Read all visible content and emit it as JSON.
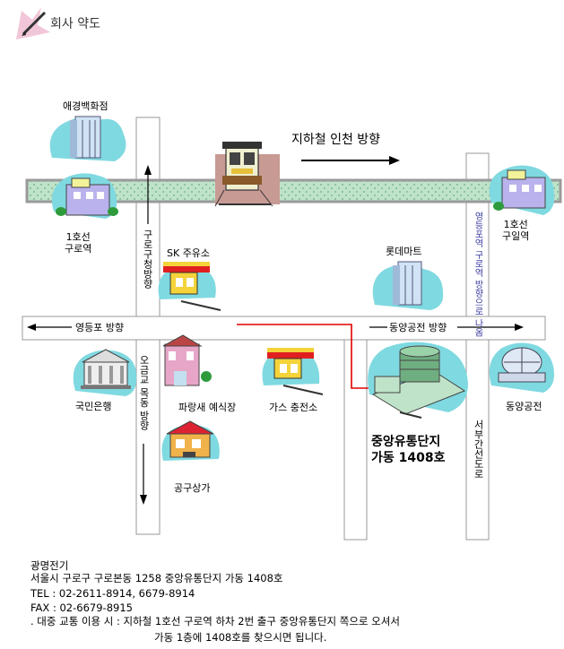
{
  "header": {
    "title": "회사 약도"
  },
  "map": {
    "subway_direction": "지하철 인천 방향",
    "landmarks": {
      "aekyung": "애경백화점",
      "guro_station": "1호선\n구로역",
      "guil_station": "1호선\n구일역",
      "sk_gas_station": "SK 주유소",
      "lotte_mart": "롯데마트",
      "kookmin_bank": "국민은행",
      "parangsae": "파랑새 예식장",
      "lpg_station": "가스 충전소",
      "gonggu_mall": "공구상가",
      "dongyang_gongjeon": "동양공전",
      "complex": "중앙유통단지\n가동 1408호"
    },
    "roads": {
      "guro_gucheong": "구로구청방향",
      "ogeum_mokdong": "오금교 목동 방향",
      "yeongdeungpo": "영등포 방향",
      "dongyang_direction": "동양공전 방향",
      "yeongdeungpo_guro": "영등포역 구로역 방향으로 나옴",
      "seobu_ganseon": "서부간선도로"
    }
  },
  "info": {
    "company": "광명전기",
    "address": "서울시 구로구 구로본동 1258 중앙유통단지 가동 1408호",
    "tel": "TEL : 02-2611-8914,  6679-8914",
    "fax": "FAX : 02-6679-8915",
    "transit_line1": ". 대중 교통 이용 시 : 지하철 1호선 구로역 하차 2번 출구  중앙유통단지 쪽으로 오셔서",
    "transit_line2": "가동 1층에 1408호를 찾으시면 됩니다."
  }
}
